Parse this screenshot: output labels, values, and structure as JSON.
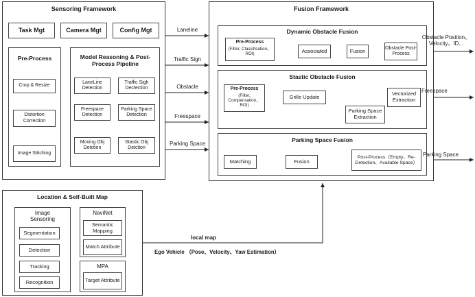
{
  "sensoring": {
    "title": "Sensoring Framework",
    "mgt": [
      "Task Mgt",
      "Camera Mgt",
      "Config Mgt"
    ],
    "preprocess": {
      "title": "Pre-Process",
      "items": [
        "Crop & Resize",
        "Distortion Correction",
        "Image Stitching"
      ]
    },
    "reasoning": {
      "title": "Model Reasoning & Post-Process Pipeline",
      "items": [
        "LaneLine Detection",
        "Traffic Sigh Dectection",
        "Freespace Detection",
        "Parking Space Detection",
        "Moving Obj Detction",
        "Stastic Obj Detction"
      ]
    }
  },
  "links": [
    "Laneline",
    "Traffic Sign",
    "Obstacle",
    "Freespace",
    "Parking Space"
  ],
  "fusion": {
    "title": "Fusion Framework",
    "dynamic": {
      "title": "Dynamic Obstacle Fusion",
      "pre_title": "Pre-Process",
      "pre_sub": "(Filter, Classification、ROI)",
      "associated": "Associated",
      "fusion": "Fusion",
      "post": "Obstacle Post-Process",
      "output": "Obstacle Position、Velocity、ID..."
    },
    "static": {
      "title": "Stastic Obstacle Fusion",
      "pre_title": "Pre-Process",
      "pre_sub": "(Filter, Compensation、ROI)",
      "grille": "Grille Update",
      "vectorized": "Vectorized Extraction",
      "parking": "Parking Space Extraction",
      "output": "Freespace"
    },
    "parking": {
      "title": "Parking Space Fusion",
      "matching": "Matching",
      "fusion": "Fusion",
      "post": "Post-Process（Empty、Re-Detection、Available Space）",
      "output": "Parking Space"
    }
  },
  "location": {
    "title": "Location & Self-Built Map",
    "image_sensoring": {
      "title": "Image Sensoring",
      "items": [
        "Segmentation",
        "Detection",
        "Tracking",
        "Recognition"
      ]
    },
    "navinet": {
      "title": "NaviNet",
      "items": [
        "Semantic Mapping",
        "Match Attribute"
      ]
    },
    "mpa": {
      "title": "MPA",
      "items": [
        "Target Attribute"
      ]
    }
  },
  "local_map": "local map",
  "ego": "Ego Vehicle （Pose、Velocity、Yaw Estimation）"
}
